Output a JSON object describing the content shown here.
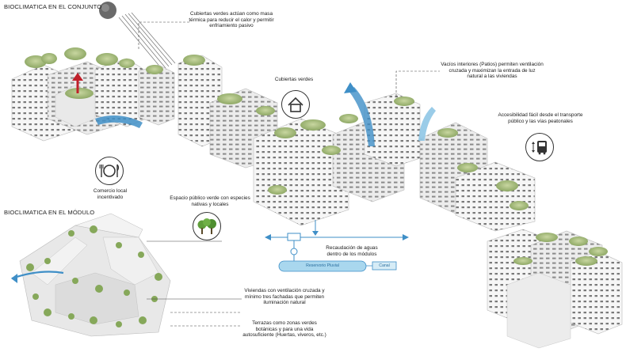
{
  "headings": {
    "conjunto": "BIOCLIMATICA EN EL CONJUNTO",
    "modulo": "BIOCLIMATICA EN EL MÓDULO"
  },
  "labels": {
    "cubiertas_verdes_masa": "Cubiertas verdes actúan como masa térmica para reducir el calor y permitir enfriamiento pasivo",
    "vacios_interiores": "Vacíos interiores (Patios) permiten ventilación cruzada y maximizan la entrada de luz natural a las viviendas",
    "cubiertas_verdes": "Cubiertas verdes",
    "accesibilidad": "Accesibilidad fácil desde el transporte público y las vías peatonales",
    "comercio_local": "Comercio local incentivado",
    "espacio_publico": "Espacio público verde con especies nativas y locales",
    "recaudacion": "Recaudación de aguas dentro de los módulos",
    "viviendas_ventilacion": "Viviendas con ventilación cruzada y mínimo tres fachadas que permiten iluminación natural",
    "terrazas": "Terrazas como zonas verdes botánicas y para una vida autosuficiente (Huertas, viveros, etc.)",
    "tank_text": "Reservorio Pluvial",
    "canal_text": "Canal"
  },
  "icons": {
    "sun": "sun-icon",
    "house": "house-icon",
    "bus": "bus-icon",
    "dining": "dining-icon",
    "trees": "trees-icon"
  },
  "colors": {
    "water": "#3f8fc7",
    "tank": "#a9d7ee",
    "arrow_red": "#c0202a",
    "vegetation": "#a9be7a",
    "building": "#f4f4f4",
    "building_shadow": "#cfcfcf"
  }
}
